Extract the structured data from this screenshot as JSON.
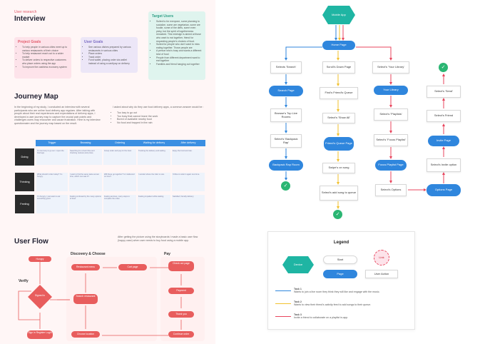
{
  "left": {
    "research_label": "User research",
    "interview_title": "Interview",
    "project_goals": {
      "title": "Project Goals",
      "items": [
        "To help people in various cities meet up to various restaurants of their choice",
        "To help restaurant reach out to a wider market",
        "To deliver orders to respective customers who place orders using the app",
        "To improve the cashless economy system"
      ]
    },
    "user_goals": {
      "title": "User Goals",
      "items": [
        "See various dishes prepared by various restaurants in various cities",
        "Place orders",
        "Track order",
        "Fund wallet, placing order via wallet instead of using a card/pay on delivery"
      ]
    },
    "target_users": {
      "title": "Target Users",
      "items": [
        "Suited to for everyone, some planning to socialize, some are vegetarian, some are foodie, some of the diets, some even picky, but the spirit of togetherness remained. This redesign is aimed at those who want to eat together, friend for requesting people's choices of food.",
        "Suited for people who don't want to miss eating together. Those people are",
        "A person who's busy and wants a different kind of food",
        "People from different department want to eat together",
        "Families and friend hanging out together"
      ]
    },
    "journey_map_title": "Journey Map",
    "journey_intro": "In the beginning of my study, I conducted an interview with several participants who are online food delivery app regulars. After talking with people about their real experiences and expectations of delivery apps, I developed a user journey map to capture the crucial pain points and challenges users may encounter and cause frustration. Here is my interview questionnaire and the journey map based on the result.",
    "journey_findings_intro": "I asked about why do they use food delivery apps, a common answer would be :",
    "journey_findings": [
      "Too lazy to go out",
      "Too busy that cannot leave the work",
      "Bored of available nearby food",
      "No food and trapped in the rain"
    ],
    "journey_columns": [
      "Trigger",
      "Browsing",
      "Ordering",
      "Waiting for delivery",
      "After delivery"
    ],
    "journey_rows": [
      "Doing",
      "Thinking",
      "Feeling"
    ],
    "journey_cells": [
      [
        "I'm too busy to go out. I open the food app.",
        "Searching for a food I like and checking reviews and prices.",
        "Group order and pay for the food.",
        "Tracking the delivery and waiting.",
        "Enjoy the food and rate."
      ],
      [
        "What should I order today? I'm hungry.",
        "I want to find the same taste as last time, which one was it?",
        "Will these go together? Is it delivered on time?",
        "I wonder where the rider is now.",
        "I'd like to order it again next time."
      ],
      [
        "I'm hungry, I just want to eat something good.",
        "Feeling confused by the many options of food.",
        "Feeling anxious, many steps to complete the order.",
        "Feeling impatient while waiting.",
        "Satisfied, friendly delivery."
      ]
    ],
    "user_flow_title": "User Flow",
    "user_flow_note": "After getting the picture using the storyboards I made a basic user flow (happy case) when user needs to buy food using a mobile app.",
    "uf_sections": [
      "Verify",
      "Discovery & Choose",
      "Pay"
    ],
    "uf_nodes": {
      "hungry": "Hungry",
      "signed_in": "Signed in",
      "sign_in": "Sign in Register Login",
      "restaurant_menu": "Restaurant menu",
      "search_restaurant": "Search restaurant",
      "choose_location": "Choose location",
      "cart_page": "Cart page",
      "check_out": "Check out page",
      "payment": "Payment",
      "thank_you": "Thank you",
      "continue_order": "Continue order"
    }
  },
  "right": {
    "nodes": {
      "mobile_app": "Mobile App",
      "home_page": "Home Page",
      "select_search": "Selects 'Search'",
      "search_page": "Search Page",
      "browse_live_rooms": "Browse's Top Live Rooms",
      "select_backpack_rap": "Select's 'Backpack Rap'",
      "backpack_rap_room": "Backpack Rap Room",
      "scroll_down": "Scroll's Down Page",
      "find_friends_queue": "Find's Friend's Queue",
      "select_show_all": "Select's 'Show All'",
      "friends_queue_page": "Friend's Queue Page",
      "swipe_song": "Swipe's on song",
      "select_add_song": "Select's add song to queue",
      "select_your_library": "Select's 'Your Library'",
      "your_library": "Your Library",
      "select_playlists": "Select's 'Playlists'",
      "select_focus_playlist": "Select's 'Focus Playlist'",
      "focus_playlist_page": "Focus Playlist Page",
      "select_options": "Select's Options",
      "select_send": "Select's 'Send'",
      "select_friend": "Select's Friend",
      "invite_page": "Invite Page",
      "select_invite_option": "Select's Invite option",
      "options_page": "Options Page",
      "check_mark": "✓"
    },
    "legend": {
      "title": "Legend",
      "device": "Device",
      "start": "Start",
      "link": "Link",
      "page": "Page",
      "user_action": "User Action",
      "tasks": [
        {
          "title": "Task 1",
          "desc": "Wants to join a live room they think they will like and engage with the music.",
          "color": "#2f86dd"
        },
        {
          "title": "Task 2",
          "desc": "Wants to view their friend's activity feed to add songs to their queue.",
          "color": "#f2c12e"
        },
        {
          "title": "Task 3",
          "desc": "Invite a friend to collaborate on a playlist in-app.",
          "color": "#e8455d"
        }
      ]
    },
    "colors": {
      "page_blue": "#2f86dd",
      "device_teal": "#1fb5a3",
      "link_pink": "#e8455d",
      "check_green": "#2bb673"
    }
  }
}
